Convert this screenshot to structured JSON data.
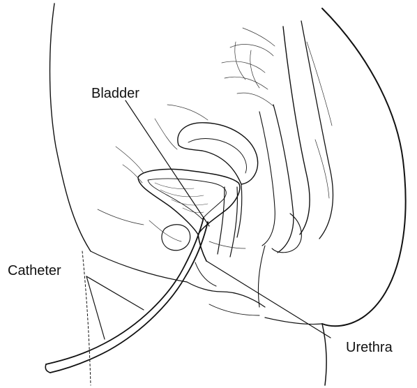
{
  "labels": {
    "bladder": "Bladder",
    "catheter": "Catheter",
    "urethra": "Urethra"
  },
  "colors": {
    "line": "#111111",
    "background": "#ffffff"
  }
}
